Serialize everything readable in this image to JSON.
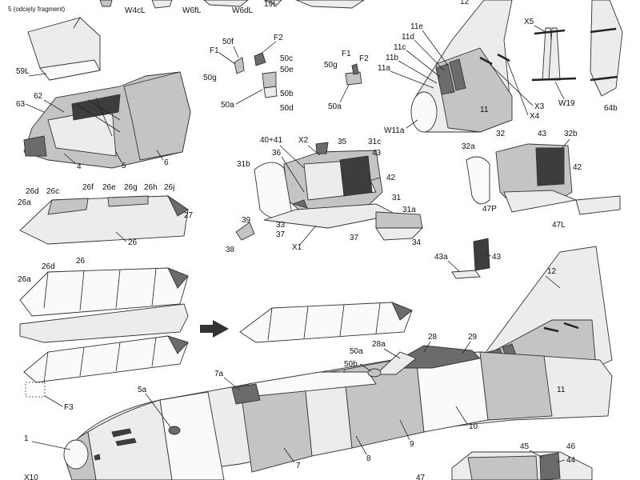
{
  "fragment_note": "5 (odcięty fragment)",
  "labels": {
    "l_W4cL": "W4cL",
    "l_W6fL": "W6fL",
    "l_W6dL": "W6dL",
    "l_19L": "19L",
    "l_12top": "12",
    "l_59L": "59L",
    "l_63": "63",
    "l_62": "62",
    "l_4": "4",
    "l_5": "5",
    "l_6": "6",
    "l_26d": "26d",
    "l_26c": "26c",
    "l_26a": "26a",
    "l_26f": "26f",
    "l_26e": "26e",
    "l_26g": "26g",
    "l_26h": "26h",
    "l_26j": "26j",
    "l_27": "27",
    "l_26": "26",
    "l_50f": "50f",
    "l_F2": "F2",
    "l_F1": "F1",
    "l_50c": "50c",
    "l_50e": "50e",
    "l_50g": "50g",
    "l_50b": "50b",
    "l_50a": "50a",
    "l_50d": "50d",
    "l_F1b": "F1",
    "l_F2b": "F2",
    "l_50gb": "50g",
    "l_50ab": "50a",
    "l_11e": "11e",
    "l_11d": "11d",
    "l_11c": "11c",
    "l_11b": "11b",
    "l_11a": "11a",
    "l_11": "11",
    "l_W11a": "W11a",
    "l_X3": "X3",
    "l_X4": "X4",
    "l_X5": "X5",
    "l_W19": "W19",
    "l_64b": "64b",
    "l_40_41": "40+41",
    "l_X2": "X2",
    "l_36": "36",
    "l_35": "35",
    "l_31c": "31c",
    "l_43": "43",
    "l_31b": "31b",
    "l_42": "42",
    "l_31": "31",
    "l_31a": "31a",
    "l_33": "33",
    "l_37": "37",
    "l_39": "39",
    "l_38": "38",
    "l_X1": "X1",
    "l_37b": "37",
    "l_34": "34",
    "l_32": "32",
    "l_43b": "43",
    "l_32b": "32b",
    "l_32a": "32a",
    "l_42b": "42",
    "l_47P": "47P",
    "l_47L": "47L",
    "l_43a": "43a",
    "l_43c": "43",
    "l_26d2": "26d",
    "l_26b2": "26",
    "l_26a2": "26a",
    "l_F3": "F3",
    "l_12": "12",
    "l_28": "28",
    "l_29": "29",
    "l_28a": "28a",
    "l_50a2": "50a",
    "l_50b2": "50b",
    "l_7a": "7a",
    "l_5a": "5a",
    "l_11f": "11",
    "l_10": "10",
    "l_9": "9",
    "l_8": "8",
    "l_7": "7",
    "l_1": "1",
    "l_X10": "X10",
    "l_45": "45",
    "l_46": "46",
    "l_44": "44",
    "l_47": "47"
  }
}
